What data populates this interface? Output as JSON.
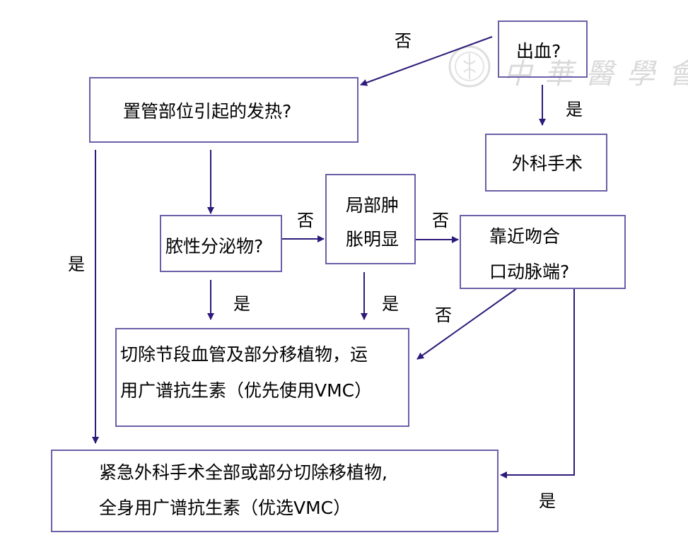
{
  "watermark": {
    "text": "中華醫學會",
    "logo": "seal-logo"
  },
  "nodes": {
    "bleeding": {
      "lines": [
        "出血?"
      ]
    },
    "surgery": {
      "lines": [
        "外科手术"
      ]
    },
    "catheter_fever": {
      "lines": [
        "置管部位引起的发热?"
      ]
    },
    "purulent": {
      "lines": [
        "脓性分泌物?"
      ]
    },
    "swelling": {
      "lines": [
        "局部肿",
        "胀明显"
      ]
    },
    "anastomosis": {
      "lines": [
        "靠近吻合",
        "口动脉端?"
      ]
    },
    "excise_segment": {
      "lines": [
        "切除节段血管及部分移植物，运",
        "用广谱抗生素（优先使用VMC）"
      ]
    },
    "emergency": {
      "lines": [
        "紧急外科手术全部或部分切除移植物,",
        "全身用广谱抗生素（优选VMC）"
      ]
    }
  },
  "edges": [
    {
      "from": "bleeding",
      "to": "catheter_fever",
      "label": "否"
    },
    {
      "from": "bleeding",
      "to": "surgery",
      "label": "是"
    },
    {
      "from": "catheter_fever",
      "to": "emergency",
      "label": "是"
    },
    {
      "from": "catheter_fever",
      "to": "purulent",
      "label": ""
    },
    {
      "from": "purulent",
      "to": "swelling",
      "label": "否"
    },
    {
      "from": "purulent",
      "to": "excise_segment",
      "label": "是"
    },
    {
      "from": "swelling",
      "to": "anastomosis",
      "label": "否"
    },
    {
      "from": "swelling",
      "to": "excise_segment",
      "label": "是"
    },
    {
      "from": "anastomosis",
      "to": "excise_segment",
      "label": "否"
    },
    {
      "from": "anastomosis",
      "to": "emergency",
      "label": "是"
    }
  ],
  "colors": {
    "line": "#2e1a7a",
    "box_border": "#6b5fa8",
    "watermark": "#d9d9d9"
  }
}
